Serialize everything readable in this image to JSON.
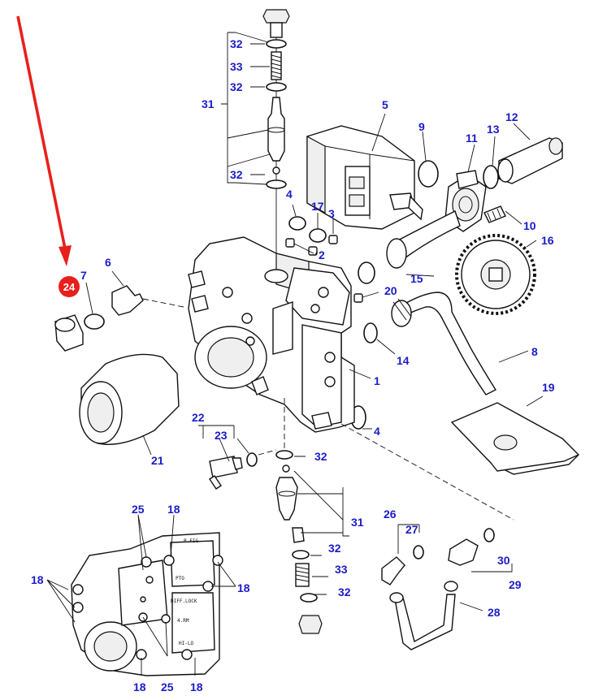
{
  "highlight": {
    "label": "24",
    "arrow_color": "#e8201c",
    "badge_color": "#e8201c"
  },
  "label_color": "#1c1cc8",
  "callouts": {
    "c1": "1",
    "c2": "2",
    "c3": "3",
    "c4a": "4",
    "c4b": "4",
    "c5": "5",
    "c6": "6",
    "c7": "7",
    "c8": "8",
    "c9": "9",
    "c10": "10",
    "c11": "11",
    "c12": "12",
    "c13": "13",
    "c14": "14",
    "c15": "15",
    "c16": "16",
    "c17": "17",
    "c19": "19",
    "c20": "20",
    "c21": "21",
    "c22": "22",
    "c23": "23",
    "c26": "26",
    "c27": "27",
    "c28": "28",
    "c29": "29",
    "c30": "30",
    "top31": "31",
    "top32a": "32",
    "top33": "33",
    "top32b": "32",
    "top32c": "32",
    "bot32a": "32",
    "bot31": "31",
    "bot32b": "32",
    "bot33": "33",
    "bot32c": "32",
    "inset18a": "18",
    "inset18b": "18",
    "inset18c": "18",
    "inset18d": "18",
    "inset18e": "18",
    "inset25a": "25",
    "inset25b": "25"
  },
  "inset_plate_text": {
    "t1": "P.FIG",
    "t2": "PTO",
    "t3": "DIFF.LOCK",
    "t4": "4.RM",
    "t5": "HI-LO"
  }
}
